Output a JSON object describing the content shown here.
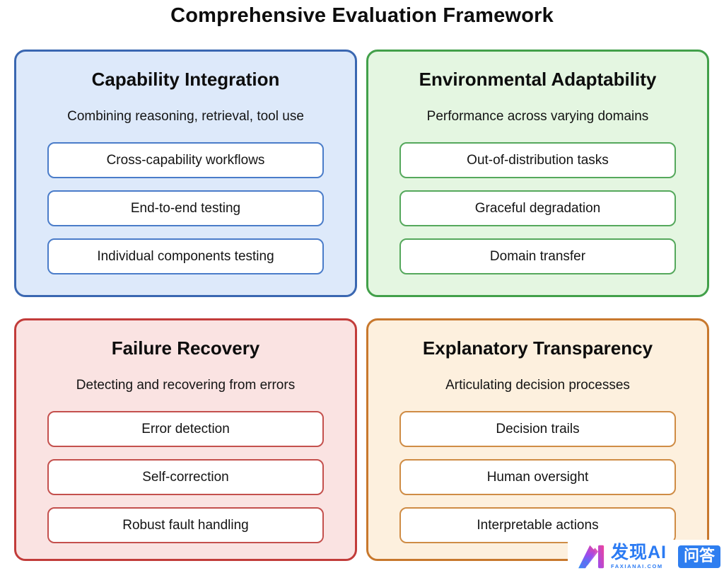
{
  "title": "Comprehensive Evaluation Framework",
  "quadrants": [
    {
      "id": "capability-integration",
      "title": "Capability Integration",
      "subtitle": "Combining reasoning, retrieval, tool use",
      "items": [
        "Cross-capability workflows",
        "End-to-end testing",
        "Individual components testing"
      ],
      "colors": {
        "border": "#3a67b1",
        "bg": "#dde9fa",
        "item_border": "#4a7cc9"
      }
    },
    {
      "id": "environmental-adaptability",
      "title": "Environmental Adaptability",
      "subtitle": "Performance across varying domains",
      "items": [
        "Out-of-distribution tasks",
        "Graceful degradation",
        "Domain transfer"
      ],
      "colors": {
        "border": "#42a04a",
        "bg": "#e4f6e1",
        "item_border": "#55a85c"
      }
    },
    {
      "id": "failure-recovery",
      "title": "Failure Recovery",
      "subtitle": "Detecting and recovering from errors",
      "items": [
        "Error detection",
        "Self-correction",
        "Robust fault handling"
      ],
      "colors": {
        "border": "#c23c3a",
        "bg": "#fae3e2",
        "item_border": "#c4504d"
      }
    },
    {
      "id": "explanatory-transparency",
      "title": "Explanatory Transparency",
      "subtitle": "Articulating decision processes",
      "items": [
        "Decision trails",
        "Human oversight",
        "Interpretable actions"
      ],
      "colors": {
        "border": "#c8782d",
        "bg": "#fdf0de",
        "item_border": "#cf8c45"
      }
    }
  ],
  "watermark": {
    "brand": "发现AI",
    "domain": "FAXIANAI.COM",
    "badge": "问答",
    "colors": {
      "text": "#2b7bf3",
      "badge_bg": "#2e7ef0",
      "logo_gradient_start": "#2e8df5",
      "logo_gradient_mid": "#9b4bee",
      "logo_gradient_end": "#f0439a"
    }
  }
}
